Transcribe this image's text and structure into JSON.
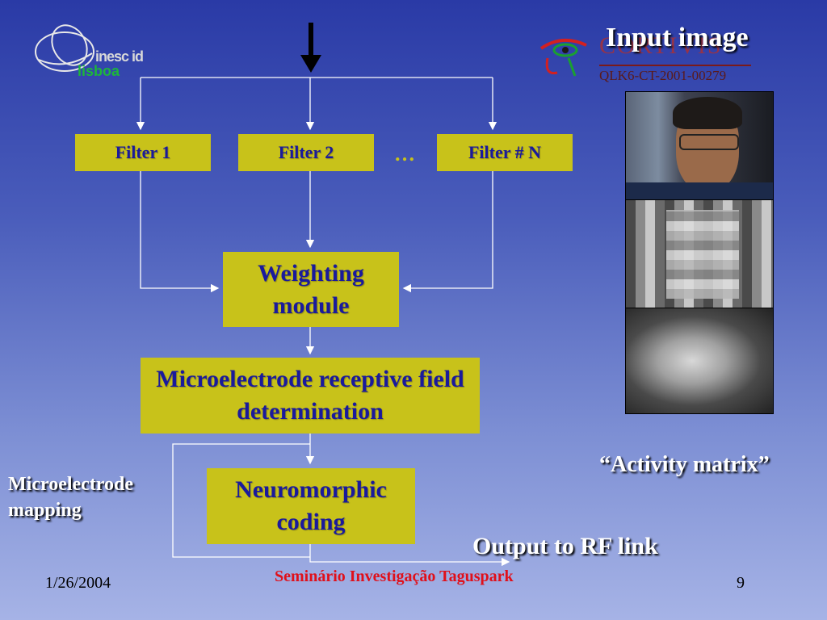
{
  "slide": {
    "title": "Input image",
    "logo_left": {
      "line1": "inesc id",
      "line2": "lisboa"
    },
    "logo_right": {
      "name": "CORTIVIS",
      "code": "QLK6-CT-2001-00279"
    },
    "filters": [
      "Filter 1",
      "Filter 2",
      "Filter # N"
    ],
    "ellipsis": "…",
    "weighting": "Weighting module",
    "receptive": "Microelectrode receptive field determination",
    "neuromorphic": "Neuromorphic coding",
    "mapping": "Microelectrode mapping",
    "activity": "“Activity matrix”",
    "output": "Output to RF link",
    "footer_date": "1/26/2004",
    "footer_center": "Seminário Investigação Taguspark",
    "footer_page": "9"
  },
  "colors": {
    "box_fill": "#c8c21a",
    "box_text": "#1a1a9c",
    "footer_center": "#e0101a"
  }
}
